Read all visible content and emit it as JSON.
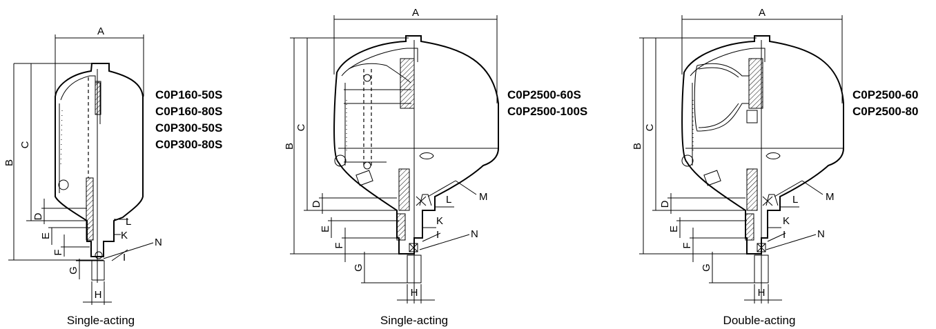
{
  "diagrams": [
    {
      "models": [
        "C0P160-50S",
        "C0P160-80S",
        "C0P300-50S",
        "C0P300-80S"
      ],
      "caption": "Single-acting",
      "labels": {
        "A": "A",
        "B": "B",
        "C": "C",
        "D": "D",
        "E": "E",
        "F": "F",
        "G": "G",
        "H": "H",
        "I": "I",
        "K": "K",
        "L": "L",
        "N": "N"
      }
    },
    {
      "models": [
        "C0P2500-60S",
        "C0P2500-100S"
      ],
      "caption": "Single-acting",
      "labels": {
        "A": "A",
        "B": "B",
        "C": "C",
        "D": "D",
        "E": "E",
        "F": "F",
        "G": "G",
        "H": "H",
        "I": "I",
        "K": "K",
        "L": "L",
        "M": "M",
        "N": "N"
      }
    },
    {
      "models": [
        "C0P2500-60",
        "C0P2500-80"
      ],
      "caption": "Double-acting",
      "labels": {
        "A": "A",
        "B": "B",
        "C": "C",
        "D": "D",
        "E": "E",
        "F": "F",
        "G": "G",
        "H": "H",
        "I": "I",
        "K": "K",
        "L": "L",
        "M": "M",
        "N": "N"
      }
    }
  ]
}
